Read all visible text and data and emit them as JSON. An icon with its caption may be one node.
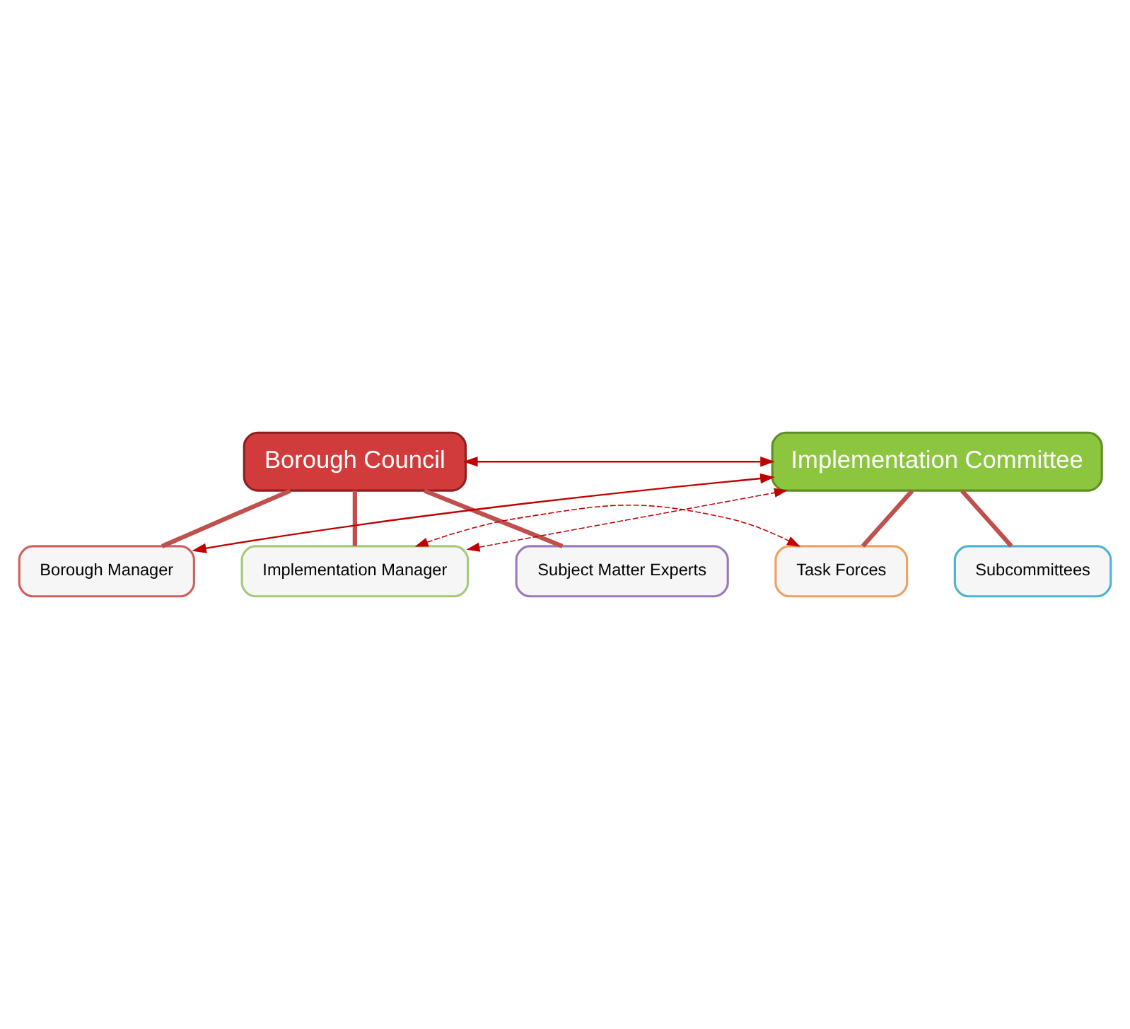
{
  "diagram": {
    "nodes": [
      {
        "text": [
          "Borough Council"
        ]
      },
      {
        "text": [
          "Implementation Committee"
        ]
      },
      {
        "text": [
          "Borough Manager"
        ]
      },
      {
        "text": [
          "Implementation Manager"
        ]
      },
      {
        "text": [
          "Subject Matter Experts"
        ]
      },
      {
        "text": [
          "Task Forces"
        ]
      },
      {
        "text": [
          "Subcommittees"
        ]
      }
    ],
    "edges": [
      {
        "from": 0,
        "to": 2,
        "arrow": "none"
      },
      {
        "from": 0,
        "to": 3,
        "arrow": "none"
      },
      {
        "from": 0,
        "to": 4,
        "arrow": "none"
      },
      {
        "from": 1,
        "to": 5,
        "arrow": "none"
      },
      {
        "from": 1,
        "to": 6,
        "arrow": "none"
      },
      {
        "from": 0,
        "to": 1,
        "arrow": "both",
        "color": "#c00000"
      },
      {
        "from": 2,
        "to": 1,
        "arrow": "both",
        "color": "#c00000"
      },
      {
        "from": 3,
        "to": 1,
        "arrow": "both",
        "style": "dashed",
        "color": "#c00000"
      },
      {
        "from": 3,
        "to": 5,
        "arrow": "both",
        "style": "dashed",
        "color": "#c00000"
      }
    ]
  }
}
